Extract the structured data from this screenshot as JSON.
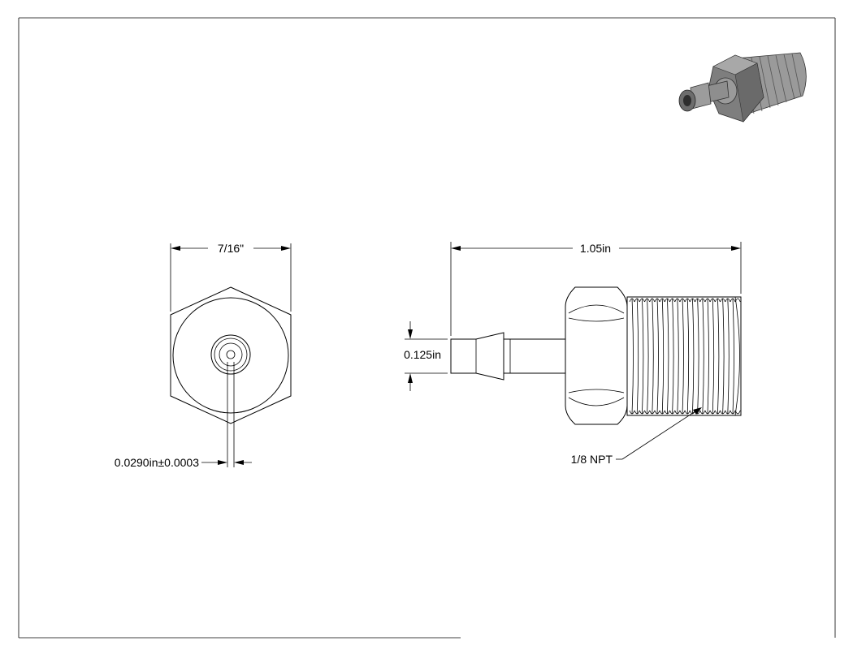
{
  "dimensions": {
    "hex_width": "7/16\"",
    "overall_length": "1.05in",
    "barb_diameter": "0.125in",
    "orifice_diameter": "0.0290in±0.0003",
    "thread_callout": "1/8 NPT"
  },
  "views": {
    "end_view": "hex-end-view",
    "side_view": "fitting-side-view",
    "iso_view": "isometric-render"
  },
  "colors": {
    "line": "#000000",
    "iso_body": "#8a8a8a",
    "iso_dark": "#4a4a4a"
  }
}
